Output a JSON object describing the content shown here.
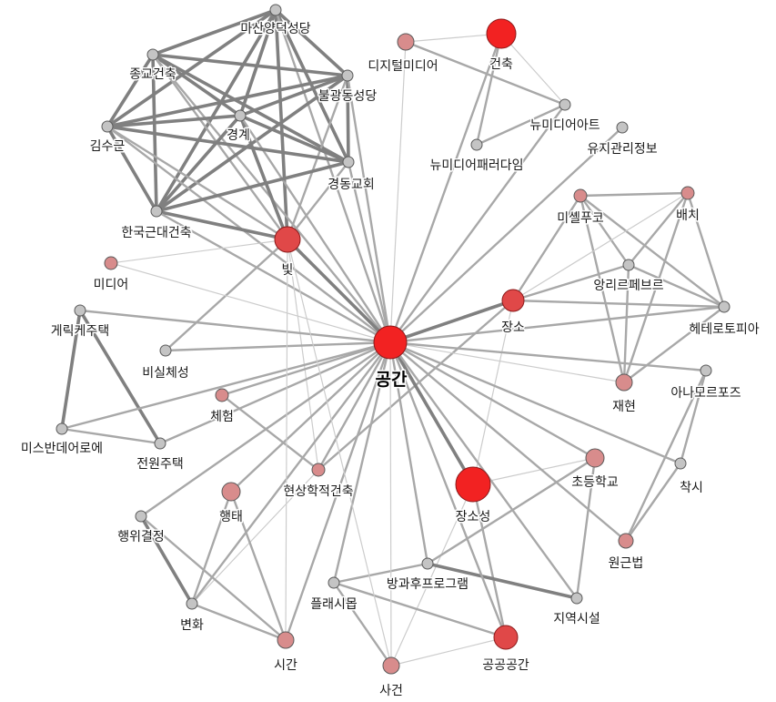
{
  "diagram": {
    "type": "keyword-network",
    "colors": {
      "gray_node": "#c4c4c4",
      "pink_node": "#d88c8c",
      "red_node": "#e04848",
      "strong_red_node": "#f22222",
      "edge_light": "#cccccc",
      "edge_mid": "#a8a8a8",
      "edge_dark": "#808080"
    },
    "nodes": [
      {
        "id": "gonggan",
        "label": "공간",
        "weight": "hub",
        "color": "strong"
      },
      {
        "id": "masan",
        "label": "마산양덕성당",
        "color": "gray"
      },
      {
        "id": "jonggyo",
        "label": "종교건축",
        "color": "gray"
      },
      {
        "id": "bulgwang",
        "label": "불광동성당",
        "color": "gray"
      },
      {
        "id": "gyeonggye",
        "label": "경계",
        "color": "gray"
      },
      {
        "id": "gimsugeun",
        "label": "김수근",
        "color": "gray"
      },
      {
        "id": "gyeongdong",
        "label": "경동교회",
        "color": "gray"
      },
      {
        "id": "hanguk",
        "label": "한국근대건축",
        "color": "gray"
      },
      {
        "id": "bit",
        "label": "빛",
        "color": "red"
      },
      {
        "id": "digital",
        "label": "디지털미디어",
        "color": "pink"
      },
      {
        "id": "geonchuk",
        "label": "건축",
        "color": "strong"
      },
      {
        "id": "newmediaart",
        "label": "뉴미디어아트",
        "color": "gray"
      },
      {
        "id": "newmediapara",
        "label": "뉴미디어패러다임",
        "color": "gray"
      },
      {
        "id": "yuji",
        "label": "유지관리정보",
        "color": "gray"
      },
      {
        "id": "mishel",
        "label": "미셸푸코",
        "color": "pink"
      },
      {
        "id": "baechi",
        "label": "배치",
        "color": "pink"
      },
      {
        "id": "anri",
        "label": "앙리르페브르",
        "color": "gray"
      },
      {
        "id": "hetero",
        "label": "헤테로토피아",
        "color": "gray"
      },
      {
        "id": "jangso",
        "label": "장소",
        "color": "red"
      },
      {
        "id": "media",
        "label": "미디어",
        "color": "pink"
      },
      {
        "id": "gerik",
        "label": "게릭케주택",
        "color": "gray"
      },
      {
        "id": "bisil",
        "label": "비실체성",
        "color": "gray"
      },
      {
        "id": "jaehyeon",
        "label": "재현",
        "color": "pink"
      },
      {
        "id": "anamor",
        "label": "아나모르포즈",
        "color": "gray"
      },
      {
        "id": "cheheom",
        "label": "체험",
        "color": "pink"
      },
      {
        "id": "mies",
        "label": "미스반데어로에",
        "color": "gray"
      },
      {
        "id": "jeonwon",
        "label": "전원주택",
        "color": "gray"
      },
      {
        "id": "hyeonsang",
        "label": "현상학적건축",
        "color": "pink"
      },
      {
        "id": "jangsoseong",
        "label": "장소성",
        "color": "strong"
      },
      {
        "id": "chodeung",
        "label": "초등학교",
        "color": "pink"
      },
      {
        "id": "chaksi",
        "label": "착시",
        "color": "gray"
      },
      {
        "id": "haengtae",
        "label": "행태",
        "color": "pink"
      },
      {
        "id": "haengwi",
        "label": "행위결정",
        "color": "gray"
      },
      {
        "id": "wongeun",
        "label": "원근법",
        "color": "pink"
      },
      {
        "id": "banggwa",
        "label": "방과후프로그램",
        "color": "gray"
      },
      {
        "id": "platform",
        "label": "플래시몹",
        "color": "gray"
      },
      {
        "id": "jiyeok",
        "label": "지역시설",
        "color": "gray"
      },
      {
        "id": "byeonhwa",
        "label": "변화",
        "color": "gray"
      },
      {
        "id": "sigan",
        "label": "시간",
        "color": "pink"
      },
      {
        "id": "gonggong",
        "label": "공공공간",
        "color": "red"
      },
      {
        "id": "sageon",
        "label": "사건",
        "color": "pink"
      }
    ],
    "edges": [
      [
        "masan",
        "jonggyo",
        "d"
      ],
      [
        "masan",
        "bulgwang",
        "d"
      ],
      [
        "masan",
        "gyeonggye",
        "d"
      ],
      [
        "masan",
        "gimsugeun",
        "d"
      ],
      [
        "masan",
        "gyeongdong",
        "d"
      ],
      [
        "masan",
        "hanguk",
        "d"
      ],
      [
        "masan",
        "bit",
        "d"
      ],
      [
        "masan",
        "gonggan",
        "m"
      ],
      [
        "jonggyo",
        "bulgwang",
        "d"
      ],
      [
        "jonggyo",
        "gyeonggye",
        "d"
      ],
      [
        "jonggyo",
        "gimsugeun",
        "d"
      ],
      [
        "jonggyo",
        "gyeongdong",
        "d"
      ],
      [
        "jonggyo",
        "hanguk",
        "d"
      ],
      [
        "jonggyo",
        "bit",
        "m"
      ],
      [
        "jonggyo",
        "gonggan",
        "m"
      ],
      [
        "bulgwang",
        "gyeonggye",
        "d"
      ],
      [
        "bulgwang",
        "gimsugeun",
        "d"
      ],
      [
        "bulgwang",
        "gyeongdong",
        "d"
      ],
      [
        "bulgwang",
        "hanguk",
        "d"
      ],
      [
        "bulgwang",
        "bit",
        "m"
      ],
      [
        "bulgwang",
        "gonggan",
        "m"
      ],
      [
        "gyeonggye",
        "gimsugeun",
        "d"
      ],
      [
        "gyeonggye",
        "gyeongdong",
        "d"
      ],
      [
        "gyeonggye",
        "hanguk",
        "d"
      ],
      [
        "gyeonggye",
        "bit",
        "d"
      ],
      [
        "gyeonggye",
        "gonggan",
        "m"
      ],
      [
        "gimsugeun",
        "gyeongdong",
        "d"
      ],
      [
        "gimsugeun",
        "hanguk",
        "d"
      ],
      [
        "gimsugeun",
        "bit",
        "m"
      ],
      [
        "gimsugeun",
        "gonggan",
        "m"
      ],
      [
        "gyeongdong",
        "hanguk",
        "d"
      ],
      [
        "gyeongdong",
        "bit",
        "m"
      ],
      [
        "gyeongdong",
        "gonggan",
        "m"
      ],
      [
        "hanguk",
        "bit",
        "d"
      ],
      [
        "hanguk",
        "gonggan",
        "m"
      ],
      [
        "bit",
        "gonggan",
        "d"
      ],
      [
        "bit",
        "bisil",
        "m"
      ],
      [
        "bit",
        "media",
        "l"
      ],
      [
        "bit",
        "hyeonsang",
        "l"
      ],
      [
        "digital",
        "newmediaart",
        "m"
      ],
      [
        "digital",
        "gonggan",
        "l"
      ],
      [
        "digital",
        "geonchuk",
        "l"
      ],
      [
        "geonchuk",
        "newmediaart",
        "l"
      ],
      [
        "geonchuk",
        "newmediapara",
        "m"
      ],
      [
        "geonchuk",
        "gonggan",
        "m"
      ],
      [
        "newmediaart",
        "newmediapara",
        "m"
      ],
      [
        "newmediaart",
        "gonggan",
        "m"
      ],
      [
        "yuji",
        "gonggan",
        "m"
      ],
      [
        "mishel",
        "baechi",
        "m"
      ],
      [
        "mishel",
        "anri",
        "m"
      ],
      [
        "mishel",
        "hetero",
        "m"
      ],
      [
        "mishel",
        "jaehyeon",
        "m"
      ],
      [
        "mishel",
        "jangso",
        "m"
      ],
      [
        "baechi",
        "anri",
        "m"
      ],
      [
        "baechi",
        "hetero",
        "m"
      ],
      [
        "baechi",
        "jaehyeon",
        "m"
      ],
      [
        "baechi",
        "jangso",
        "l"
      ],
      [
        "anri",
        "hetero",
        "m"
      ],
      [
        "anri",
        "jaehyeon",
        "m"
      ],
      [
        "anri",
        "jangso",
        "m"
      ],
      [
        "hetero",
        "jangso",
        "m"
      ],
      [
        "hetero",
        "jaehyeon",
        "m"
      ],
      [
        "hetero",
        "gonggan",
        "m"
      ],
      [
        "jangso",
        "gonggan",
        "d"
      ],
      [
        "jangso",
        "hyeonsang",
        "m"
      ],
      [
        "jangso",
        "jangsoseong",
        "l"
      ],
      [
        "media",
        "gonggan",
        "l"
      ],
      [
        "gerik",
        "gonggan",
        "m"
      ],
      [
        "gerik",
        "mies",
        "d"
      ],
      [
        "gerik",
        "jeonwon",
        "d"
      ],
      [
        "mies",
        "gonggan",
        "m"
      ],
      [
        "mies",
        "jeonwon",
        "m"
      ],
      [
        "bisil",
        "gonggan",
        "m"
      ],
      [
        "jaehyeon",
        "gonggan",
        "l"
      ],
      [
        "anamor",
        "gonggan",
        "m"
      ],
      [
        "anamor",
        "chaksi",
        "m"
      ],
      [
        "anamor",
        "wongeun",
        "m"
      ],
      [
        "chaksi",
        "wongeun",
        "m"
      ],
      [
        "cheheom",
        "gonggan",
        "m"
      ],
      [
        "cheheom",
        "hyeonsang",
        "m"
      ],
      [
        "jeonwon",
        "gonggan",
        "m"
      ],
      [
        "hyeonsang",
        "gonggan",
        "m"
      ],
      [
        "hyeonsang",
        "byeonhwa",
        "l"
      ],
      [
        "jangsoseong",
        "gonggan",
        "d"
      ],
      [
        "jangsoseong",
        "gonggong",
        "m"
      ],
      [
        "jangsoseong",
        "chodeung",
        "l"
      ],
      [
        "jangsoseong",
        "sageon",
        "l"
      ],
      [
        "chodeung",
        "banggwa",
        "m"
      ],
      [
        "chodeung",
        "jiyeok",
        "m"
      ],
      [
        "chodeung",
        "gonggan",
        "m"
      ],
      [
        "chaksi",
        "gonggan",
        "m"
      ],
      [
        "haengtae",
        "sigan",
        "m"
      ],
      [
        "haengtae",
        "byeonhwa",
        "m"
      ],
      [
        "haengtae",
        "gonggan",
        "m"
      ],
      [
        "haengwi",
        "byeonhwa",
        "d"
      ],
      [
        "haengwi",
        "sigan",
        "m"
      ],
      [
        "haengwi",
        "gonggan",
        "m"
      ],
      [
        "wongeun",
        "gonggan",
        "m"
      ],
      [
        "banggwa",
        "jiyeok",
        "d"
      ],
      [
        "banggwa",
        "gonggan",
        "m"
      ],
      [
        "banggwa",
        "platform",
        "m"
      ],
      [
        "platform",
        "gonggong",
        "m"
      ],
      [
        "platform",
        "sageon",
        "m"
      ],
      [
        "platform",
        "gonggan",
        "m"
      ],
      [
        "jiyeok",
        "gonggan",
        "m"
      ],
      [
        "byeonhwa",
        "sigan",
        "m"
      ],
      [
        "byeonhwa",
        "gonggan",
        "m"
      ],
      [
        "sigan",
        "gonggan",
        "m"
      ],
      [
        "sigan",
        "bit",
        "l"
      ],
      [
        "gonggong",
        "gonggan",
        "m"
      ],
      [
        "gonggong",
        "sageon",
        "l"
      ],
      [
        "sageon",
        "gonggan",
        "l"
      ],
      [
        "sageon",
        "bit",
        "l"
      ]
    ]
  }
}
